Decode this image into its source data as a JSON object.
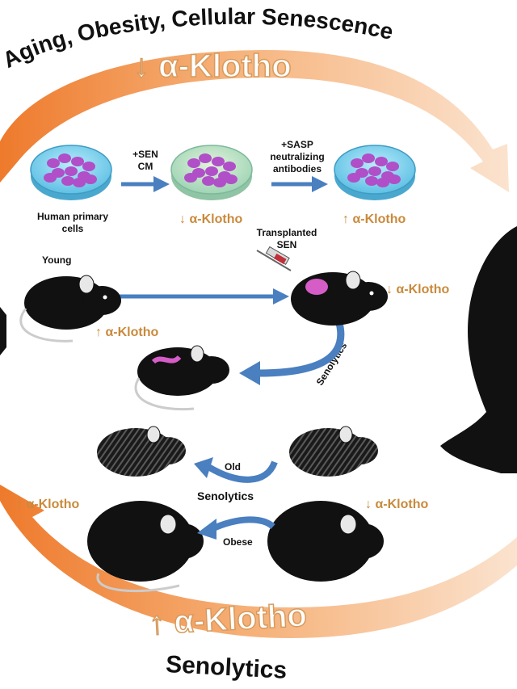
{
  "title": "Aging, Obesity, Cellular Senescence",
  "bottom_title": "Senolytics",
  "top_arrow_label": "↓ α-Klotho",
  "bottom_arrow_label": "↑ α-Klotho",
  "cells": {
    "dish1_label_line1": "Human primary",
    "dish1_label_line2": "cells",
    "step1_line1": "+SEN",
    "step1_line2": "CM",
    "step2_line1": "+SASP",
    "step2_line2": "neutralizing",
    "step2_line3": "antibodies",
    "dish2_klotho": "↓ α-Klotho",
    "dish3_klotho": "↑ α-Klotho"
  },
  "transplant": {
    "young_label": "Young",
    "young_klotho": "↑ α-Klotho",
    "transplanted_line1": "Transplanted",
    "transplanted_line2": "SEN",
    "recipient_klotho": "↓ α-Klotho",
    "senolytics_label": "Senolytics"
  },
  "aged": {
    "old_label": "Old",
    "senolytics_label": "Senolytics",
    "obese_label": "Obese",
    "left_klotho": "↑ α-Klotho",
    "right_klotho": "↓ α-Klotho"
  },
  "colors": {
    "orange": "#f08a3c",
    "arrow_blue": "#4a7fc0",
    "klotho_text": "#c98a3c",
    "dish_fill": "#7fd0ec",
    "dish_green": "#bfe3c4",
    "cell_purple": "#b04fc8",
    "mouse": "#111111"
  }
}
